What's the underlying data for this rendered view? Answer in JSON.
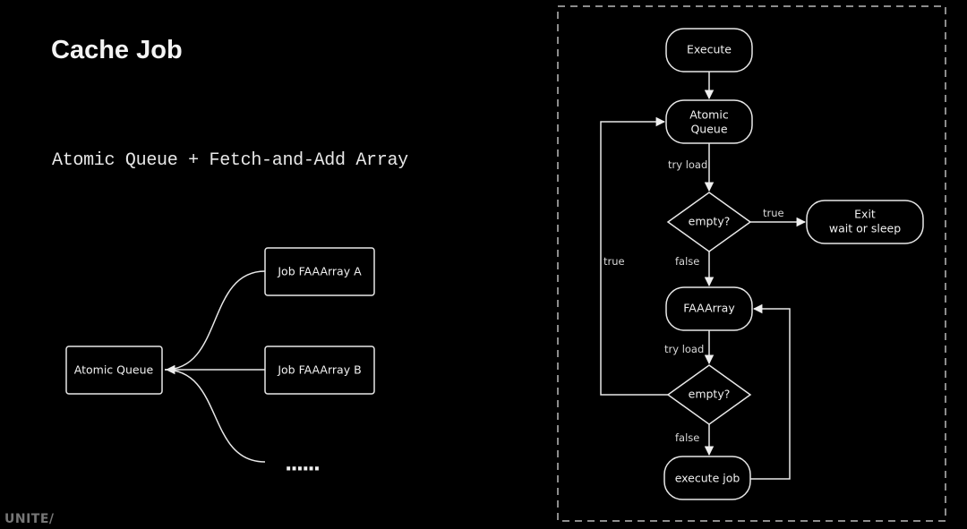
{
  "slide": {
    "title": "Cache Job",
    "subtitle": "Atomic Queue + Fetch-and-Add Array",
    "logo": "UNITE/"
  },
  "left_diagram": {
    "center_node": "Atomic Queue",
    "sources": [
      "Job FAAArray A",
      "Job FAAArray B"
    ],
    "more_indicator": "······"
  },
  "flowchart": {
    "nodes": {
      "execute": "Execute",
      "atomic_queue_line1": "Atomic",
      "atomic_queue_line2": "Queue",
      "decision1": "empty?",
      "exit_line1": "Exit",
      "exit_line2": "wait or sleep",
      "faaarray": "FAAArray",
      "decision2": "empty?",
      "execute_job": "execute job"
    },
    "edge_labels": {
      "try_load_1": "try load",
      "true_1": "true",
      "false_1": "false",
      "true_loop": "true",
      "try_load_2": "try load",
      "false_2": "false"
    }
  }
}
